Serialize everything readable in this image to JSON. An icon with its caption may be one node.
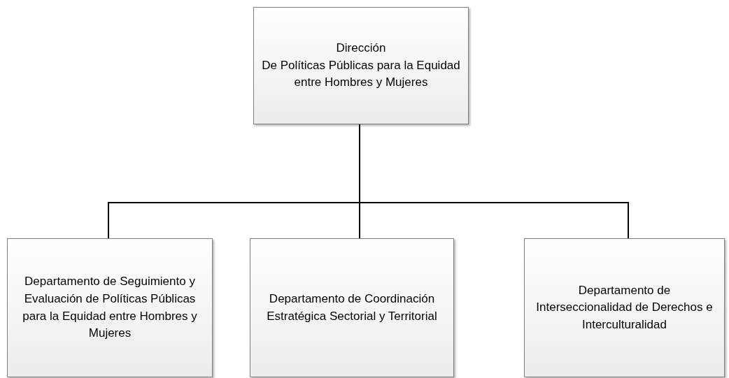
{
  "diagram": {
    "nodes": [
      {
        "text": [
          "Dirección",
          "De Políticas Públicas para la Equidad entre Hombres y Mujeres"
        ]
      },
      {
        "text": [
          "Departamento de Seguimiento y Evaluación de Políticas Públicas para la Equidad entre Hombres y Mujeres"
        ]
      },
      {
        "text": [
          "Departamento de Coordinación Estratégica Sectorial y Territorial"
        ]
      },
      {
        "text": [
          "Departamento de Interseccionalidad de Derechos e Interculturalidad"
        ]
      }
    ],
    "edges": [
      {
        "from": 0,
        "to": 1,
        "arrow": "none"
      },
      {
        "from": 0,
        "to": 2,
        "arrow": "none"
      },
      {
        "from": 0,
        "to": 3,
        "arrow": "none"
      }
    ]
  }
}
